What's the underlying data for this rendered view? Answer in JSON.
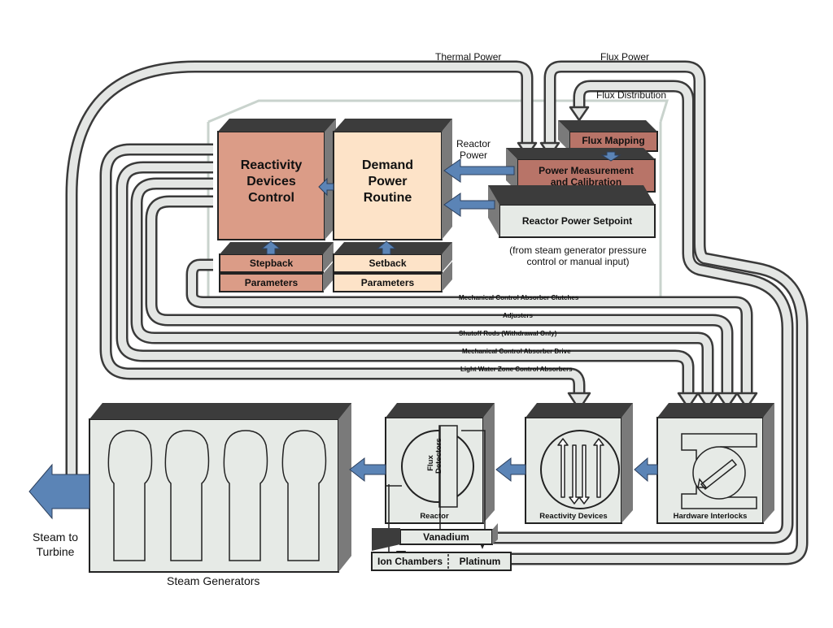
{
  "labels": {
    "thermal_power": "Thermal Power",
    "flux_power": "Flux Power",
    "flux_distribution": "Flux Distribution",
    "reactor_power": "Reactor\nPower",
    "flux_mapping": "Flux Mapping",
    "power_measurement": "Power Measurement\nand Calibration",
    "reactor_power_setpoint": "Reactor Power Setpoint",
    "setpoint_source": "(from steam generator pressure\ncontrol or manual input)",
    "reactivity_devices_control": "Reactivity\nDevices\nControl",
    "demand_power_routine": "Demand\nPower\nRoutine",
    "stepback": "Stepback",
    "setback": "Setback",
    "parameters_left": "Parameters",
    "parameters_right": "Parameters",
    "mech_clutches": "Mechanical Control Absorber Clutches",
    "adjusters": "Adjusters",
    "shutoff_rods": "Shutoff Rods (Withdrawal Only)",
    "mech_drive": "Mechanical Control Absorber Drive",
    "light_water": "Light Water Zone Control Absorbers",
    "steam_to_turbine": "Steam to\nTurbine",
    "steam_generators": "Steam Generators",
    "flux_detectors": "Flux\nDetectors",
    "reactor": "Reactor",
    "vanadium": "Vanadium",
    "ion_chambers": "Ion Chambers",
    "platinum": "Platinum",
    "reactivity_devices": "Reactivity Devices",
    "hardware_interlocks": "Hardware Interlocks"
  },
  "colors": {
    "pipe_outline": "#3a3a3a",
    "pipe_fill": "#e4e6e4",
    "box_front": "#e6eae6",
    "box_side": "#7b7b7b",
    "box_top": "#3c3c3c",
    "salmon": "#db9c87",
    "rose": "#b87468",
    "peach": "#fde3c8",
    "arrow_blue": "#5b84b6",
    "light_outline": "#c9d3cd"
  }
}
